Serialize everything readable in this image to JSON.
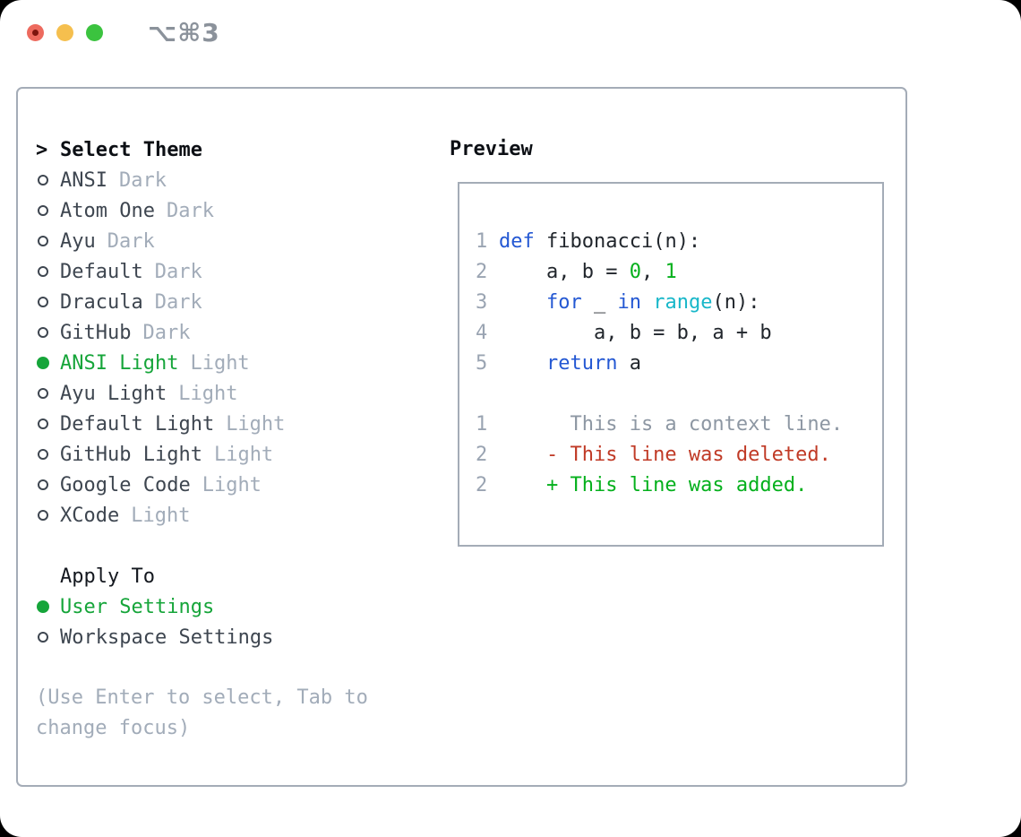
{
  "window": {
    "title": "⌥⌘3"
  },
  "traffic_lights": [
    "close",
    "minimize",
    "zoom"
  ],
  "colors": {
    "selection_green": "#16a53a",
    "keyword_blue": "#2458d3",
    "function_cyan": "#18b7c9",
    "number_green": "#04b01c",
    "added_green": "#04b01c",
    "deleted_red": "#c03a26",
    "context_gray": "#8d97a3",
    "muted_gray": "#a2acb9",
    "border_gray": "#a4acb7",
    "traffic_red": "#ed6a5e",
    "traffic_yellow": "#f5bf4e",
    "traffic_green": "#3bc33f"
  },
  "theme_menu": {
    "prompt_indicator": ">",
    "title": "Select Theme",
    "items": [
      {
        "name": "ANSI",
        "variant": "Dark",
        "selected": false
      },
      {
        "name": "Atom One",
        "variant": "Dark",
        "selected": false
      },
      {
        "name": "Ayu",
        "variant": "Dark",
        "selected": false
      },
      {
        "name": "Default",
        "variant": "Dark",
        "selected": false
      },
      {
        "name": "Dracula",
        "variant": "Dark",
        "selected": false
      },
      {
        "name": "GitHub",
        "variant": "Dark",
        "selected": false
      },
      {
        "name": "ANSI Light",
        "variant": "Light",
        "selected": true
      },
      {
        "name": "Ayu Light",
        "variant": "Light",
        "selected": false
      },
      {
        "name": "Default Light",
        "variant": "Light",
        "selected": false
      },
      {
        "name": "GitHub Light",
        "variant": "Light",
        "selected": false
      },
      {
        "name": "Google Code",
        "variant": "Light",
        "selected": false
      },
      {
        "name": "XCode",
        "variant": "Light",
        "selected": false
      }
    ]
  },
  "apply_to": {
    "title": "Apply To",
    "options": [
      {
        "label": "User Settings",
        "selected": true
      },
      {
        "label": "Workspace Settings",
        "selected": false
      }
    ]
  },
  "footer_hint": "(Use Enter to select, Tab to change focus)",
  "preview": {
    "title": "Preview",
    "code_lines": [
      {
        "num": "1",
        "tokens": [
          {
            "t": "def"
          },
          {
            "t": " fibonacci(n):"
          }
        ]
      },
      {
        "num": "2",
        "tokens": [
          {
            "t": "    a, b = "
          },
          {
            "t": "0"
          },
          {
            "t": ", "
          },
          {
            "t": "1"
          }
        ]
      },
      {
        "num": "3",
        "tokens": [
          {
            "t": "    "
          },
          {
            "t": "for"
          },
          {
            "t": " _ "
          },
          {
            "t": "in"
          },
          {
            "t": " "
          },
          {
            "t": "range"
          },
          {
            "t": "(n):"
          }
        ]
      },
      {
        "num": "4",
        "tokens": [
          {
            "t": "        a, b = b, a + b"
          }
        ]
      },
      {
        "num": "5",
        "tokens": [
          {
            "t": "    "
          },
          {
            "t": "return"
          },
          {
            "t": " a"
          }
        ]
      }
    ],
    "diff_lines": [
      {
        "num": "1",
        "kind": "context",
        "text": "      This is a context line."
      },
      {
        "num": "2",
        "kind": "deleted",
        "text": "    - This line was deleted."
      },
      {
        "num": "2",
        "kind": "added",
        "text": "    + This line was added."
      }
    ]
  }
}
